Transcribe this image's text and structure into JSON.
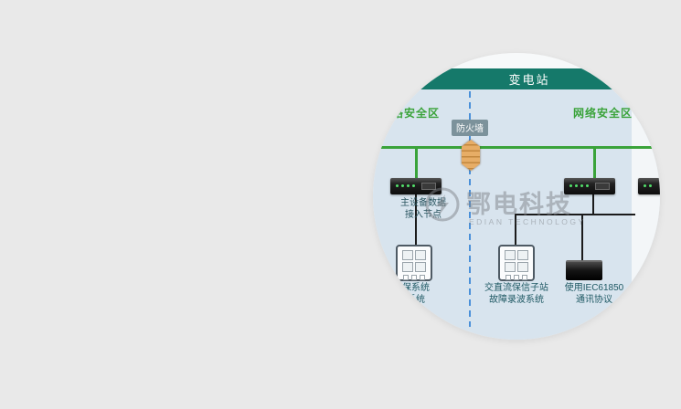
{
  "diagram": {
    "title": "变电站",
    "zone_left": "网络安全区",
    "zone_right": "网络安全区",
    "firewall_label": "防火墙",
    "node_caption": {
      "line1": "主设备数据",
      "line2": "接入节点"
    },
    "caption_left": {
      "line1": "保系统",
      "line2": "系统"
    },
    "caption_center": {
      "line1": "交直流保信子站",
      "line2": "故障录波系统"
    },
    "caption_right": {
      "line1": "使用IEC61850",
      "line2": "通讯协议"
    },
    "colors": {
      "header_teal": "#15796a",
      "zone_green": "#3aa33a",
      "trunk_green": "#3aa33a",
      "divider_blue": "#4a90d9",
      "panel_blue": "#d8e4ee",
      "firewall_orange": "#d99a55",
      "page_gray": "#e9e9e9"
    }
  },
  "watermark": {
    "cn": "鄂电科技",
    "en": "EDIAN TECHNOLOGY"
  }
}
